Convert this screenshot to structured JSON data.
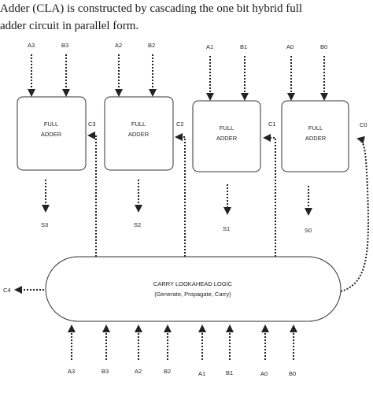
{
  "intro": {
    "line1": "Adder (CLA) is constructed by cascading the one bit hybrid full",
    "line2": "adder circuit in parallel form."
  },
  "full_adders": [
    {
      "label_line1": "FULL",
      "label_line2": "ADDER",
      "in_a": "A3",
      "in_b": "B3",
      "carry_in": "C3",
      "sum": "S3"
    },
    {
      "label_line1": "FULL",
      "label_line2": "ADDER",
      "in_a": "A2",
      "in_b": "B2",
      "carry_in": "C2",
      "sum": "S2"
    },
    {
      "label_line1": "FULL",
      "label_line2": "ADDER",
      "in_a": "A1",
      "in_b": "B1",
      "carry_in": "C1",
      "sum": "S1"
    },
    {
      "label_line1": "FULL",
      "label_line2": "ADDER",
      "in_a": "A0",
      "in_b": "B0",
      "carry_in": "C0",
      "sum": "S0"
    }
  ],
  "cla": {
    "title": "CARRY LOOKAHEAD LOGIC",
    "subtitle": "(Generate, Propagate, Carry)",
    "carry_out": "C4"
  },
  "bottom_inputs": [
    "A3",
    "B3",
    "A2",
    "B2",
    "A1",
    "B1",
    "A0",
    "B0"
  ]
}
